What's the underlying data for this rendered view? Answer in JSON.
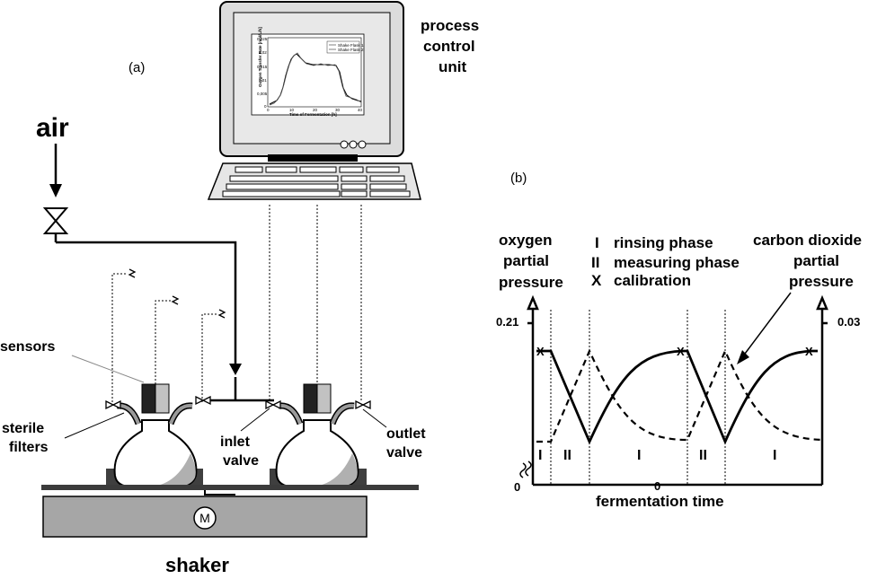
{
  "panel_a": {
    "label": "(a)",
    "air": "air",
    "sensors": "sensors",
    "sterile_filters": [
      "sterile",
      "filters"
    ],
    "inlet_valve": [
      "inlet",
      "valve"
    ],
    "outlet_valve": [
      "outlet",
      "valve"
    ],
    "motor": "M",
    "shaker": "shaker",
    "process_control": [
      "process",
      "control",
      "unit"
    ],
    "screen_plot": {
      "ylabel": "Oxygen Transfer Rate [mol/L/h]",
      "xlabel": "Time of Fermentation [h]",
      "legend": [
        "Shake Flask 1",
        "Shake Flask 2"
      ],
      "xticks": [
        "0",
        "10",
        "20",
        "30",
        "40"
      ],
      "yticks": [
        "0,025",
        "0,02",
        "0,015",
        "0,01",
        "0,005",
        "0"
      ]
    }
  },
  "panel_b": {
    "label": "(b)",
    "left_axis": [
      "oxygen",
      "partial",
      "pressure"
    ],
    "right_axis": [
      "carbon dioxide",
      "partial",
      "pressure"
    ],
    "legend": [
      {
        "symbol": "I",
        "text": "rinsing phase"
      },
      {
        "symbol": "II",
        "text": "measuring phase"
      },
      {
        "symbol": "X",
        "text": "calibration"
      }
    ],
    "left_tick_top": "0.21",
    "right_tick_top": "0.03",
    "origin_left": "0",
    "origin_mid": "0",
    "xlabel": "fermentation time",
    "phases": [
      "I",
      "II",
      "I",
      "II",
      "I"
    ],
    "marker": "X"
  },
  "colors": {
    "line": "#000000",
    "gray": "#a9a9a9",
    "dark": "#3a3a3a",
    "base": "#4d4d4d",
    "shaker": "#a6a6a6"
  }
}
